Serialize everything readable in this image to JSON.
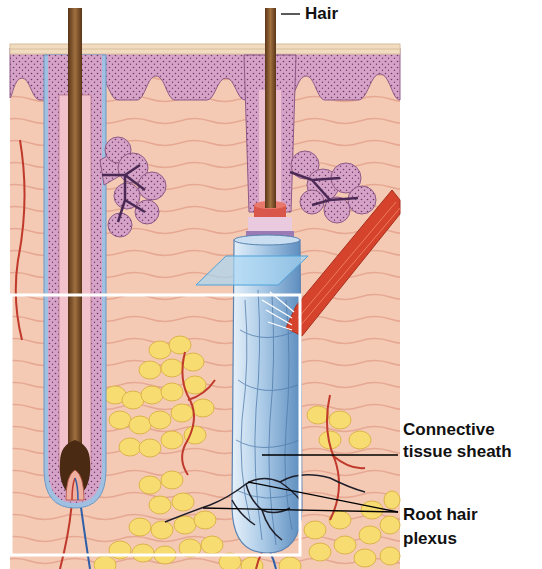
{
  "diagram": {
    "labels": [
      "Hair",
      "Connective tissue sheath",
      "Root hair plexus"
    ]
  }
}
